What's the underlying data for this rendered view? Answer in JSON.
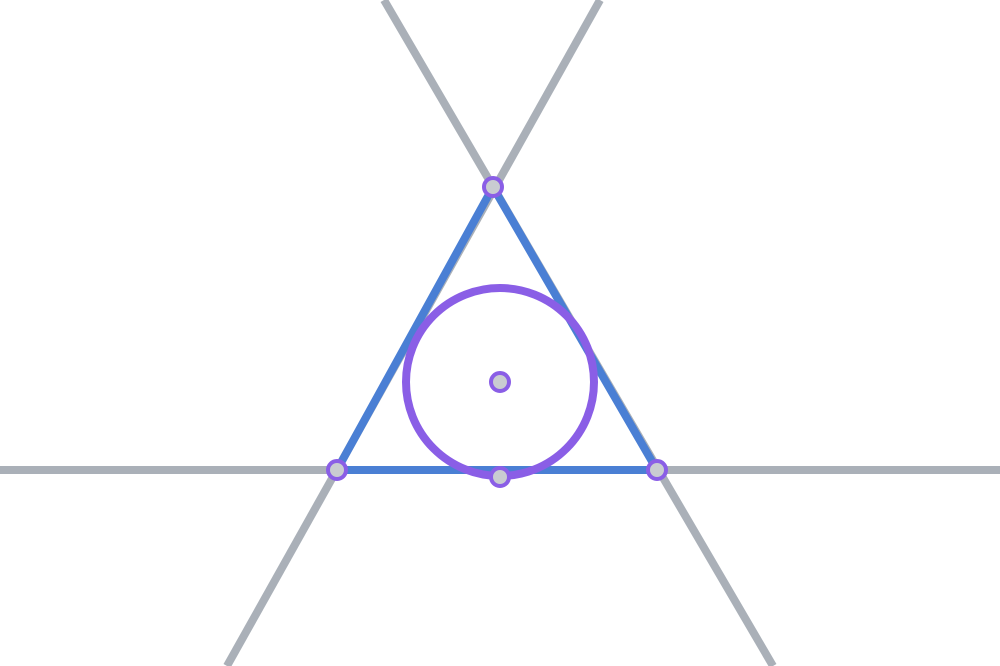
{
  "diagram": {
    "kind": "geometry-construction",
    "background_color": "#ffffff",
    "colors": {
      "extended_lines": "#aab0b8",
      "triangle": "#4a7fd4",
      "circle": "#8a5ee6",
      "point_stroke": "#8a5ee6",
      "point_fill": "#c9ccd1"
    },
    "elements": {
      "extended_lines": [
        "line-through-left-and-top-vertices",
        "line-through-right-and-top-vertices",
        "line-through-base"
      ],
      "triangle": "triangle",
      "circle": "circle",
      "points": [
        "top-vertex",
        "left-vertex",
        "right-vertex",
        "circle-center",
        "circle-bottom-point"
      ]
    }
  }
}
